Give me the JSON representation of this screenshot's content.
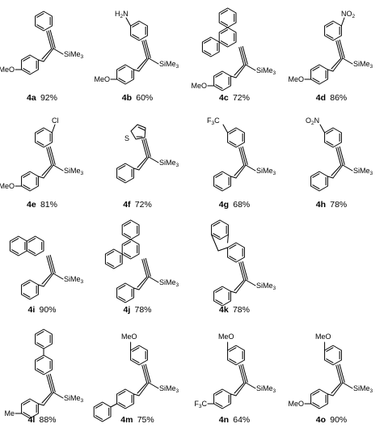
{
  "compounds": [
    {
      "id": "4a",
      "yield": "92%",
      "top": "phenyl",
      "bottom": "MeO"
    },
    {
      "id": "4b",
      "yield": "60%",
      "top": "H2N",
      "bottom": "MeO"
    },
    {
      "id": "4c",
      "yield": "72%",
      "top": "phenanthrene",
      "bottom": "MeO"
    },
    {
      "id": "4d",
      "yield": "86%",
      "top": "NO2",
      "bottom": "MeO"
    },
    {
      "id": "4e",
      "yield": "81%",
      "top": "Cl",
      "bottom": "MeO"
    },
    {
      "id": "4f",
      "yield": "72%",
      "top": "thiophene",
      "bottom": "H"
    },
    {
      "id": "4g",
      "yield": "68%",
      "top": "F3C",
      "bottom": "H"
    },
    {
      "id": "4h",
      "yield": "78%",
      "top": "O2N",
      "bottom": "H"
    },
    {
      "id": "4i",
      "yield": "90%",
      "top": "naphthalene",
      "bottom": "H"
    },
    {
      "id": "4j",
      "yield": "78%",
      "top": "phenanthrene",
      "bottom": "H"
    },
    {
      "id": "4k",
      "yield": "78%",
      "top": "fluorene",
      "bottom": "H"
    },
    {
      "id": "4l",
      "yield": "88%",
      "top": "biphenyl",
      "bottom": "Me"
    },
    {
      "id": "4m",
      "yield": "75%",
      "top": "MeO",
      "bottom": "biphenyl"
    },
    {
      "id": "4n",
      "yield": "64%",
      "top": "MeO",
      "bottom": "F3C"
    },
    {
      "id": "4o",
      "yield": "90%",
      "top": "MeO",
      "bottom": "MeO"
    }
  ],
  "labels": {
    "sime3": "SiMe",
    "sime3_sub": "3",
    "meo": "MeO",
    "me": "Me",
    "h2n": "H",
    "h2n_sub": "2",
    "h2n_n": "N",
    "no2": "NO",
    "no2_sub": "2",
    "o2n_o": "O",
    "o2n_sub": "2",
    "o2n_n": "N",
    "cl": "Cl",
    "f3c": "F",
    "f3c_sub": "3",
    "f3c_c": "C",
    "s": "S"
  },
  "colors": {
    "ink": "#000000",
    "background": "#ffffff"
  }
}
